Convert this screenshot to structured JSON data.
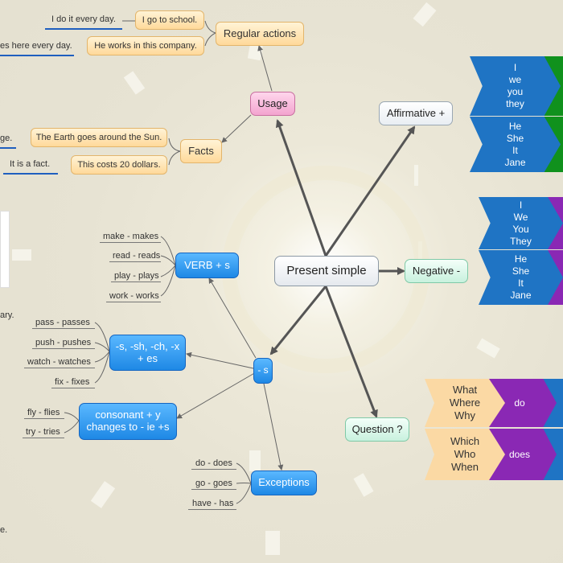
{
  "central": "Present simple",
  "branches": {
    "usage": "Usage",
    "affirmative": "Affirmative +",
    "negative": "Negative -",
    "question": "Question ?",
    "s": "- s"
  },
  "usage": {
    "regular_actions": {
      "label": "Regular actions",
      "examples": [
        "I go to school.",
        "He works in this company."
      ],
      "notes": [
        "I do it every day.",
        "es here every day."
      ]
    },
    "facts": {
      "label": "Facts",
      "examples": [
        "The Earth goes around the Sun.",
        "This costs 20 dollars."
      ],
      "notes": [
        "ge.",
        "It is a fact."
      ]
    }
  },
  "s_rules": {
    "verb_s": {
      "label": "VERB + s",
      "examples": [
        "make - makes",
        "read - reads",
        "play - plays",
        "work - works"
      ]
    },
    "sh_ch": {
      "label_line1": "-s, -sh, -ch, -x",
      "label_line2": "+ es",
      "examples": [
        "pass - passes",
        "push - pushes",
        "watch - watches",
        "fix - fixes"
      ]
    },
    "consonant_y": {
      "label_line1": "consonant + y",
      "label_line2": "changes to - ie +s",
      "examples": [
        "fly - flies",
        "try - tries"
      ]
    },
    "exceptions": {
      "label": "Exceptions",
      "examples": [
        "do - does",
        "go - goes",
        "have - has"
      ]
    }
  },
  "affirmative_pronouns": [
    {
      "lines": [
        "I",
        "we",
        "you",
        "they"
      ]
    },
    {
      "lines": [
        "He",
        "She",
        "It",
        "Jane"
      ]
    }
  ],
  "negative_pronouns": [
    {
      "lines": [
        "I",
        "We",
        "You",
        "They"
      ]
    },
    {
      "lines": [
        "He",
        "She",
        "It",
        "Jane"
      ]
    }
  ],
  "question_rows": [
    {
      "words": [
        "What",
        "Where",
        "Why"
      ],
      "aux": "do"
    },
    {
      "words": [
        "Which",
        "Who",
        "When"
      ],
      "aux": "does"
    }
  ],
  "edge_texts": [
    "ary.",
    "e."
  ],
  "colors": {
    "blue_node": "#1e88e5",
    "yellow_node": "#ffd99a",
    "arrow": "#555555",
    "underline": "#1f5fbf",
    "chevron_blue": "#1f74c4",
    "chevron_green": "#10911d",
    "chevron_purple": "#8a28b4",
    "chevron_peach": "#fbd9a4"
  }
}
